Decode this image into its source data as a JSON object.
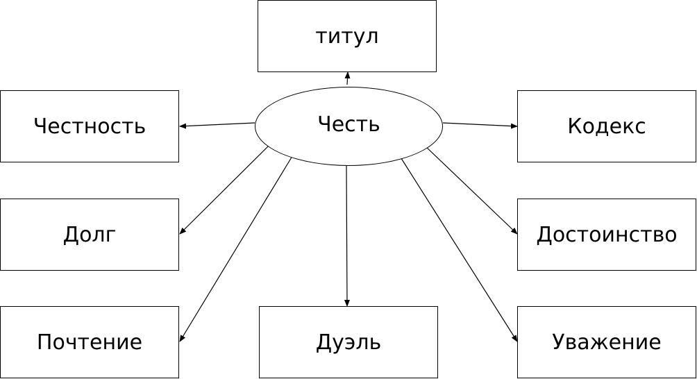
{
  "center": {
    "label": "Честь"
  },
  "nodes": [
    {
      "id": "titul",
      "label": "титул"
    },
    {
      "id": "chestnost",
      "label": "Честность"
    },
    {
      "id": "kodeks",
      "label": "Кодекс"
    },
    {
      "id": "dolg",
      "label": "Долг"
    },
    {
      "id": "dostoinstvo",
      "label": "Достоинство"
    },
    {
      "id": "pochtenie",
      "label": "Почтение"
    },
    {
      "id": "duel",
      "label": "Дуэль"
    },
    {
      "id": "uvazhenie",
      "label": "Уважение"
    }
  ],
  "edges": [
    {
      "from": "center",
      "to": "titul"
    },
    {
      "from": "center",
      "to": "chestnost"
    },
    {
      "from": "center",
      "to": "kodeks"
    },
    {
      "from": "center",
      "to": "dolg"
    },
    {
      "from": "center",
      "to": "dostoinstvo"
    },
    {
      "from": "center",
      "to": "pochtenie"
    },
    {
      "from": "center",
      "to": "duel"
    },
    {
      "from": "center",
      "to": "uvazhenie"
    }
  ],
  "colors": {
    "stroke": "#000000",
    "fill": "#ffffff",
    "text": "#000000"
  }
}
